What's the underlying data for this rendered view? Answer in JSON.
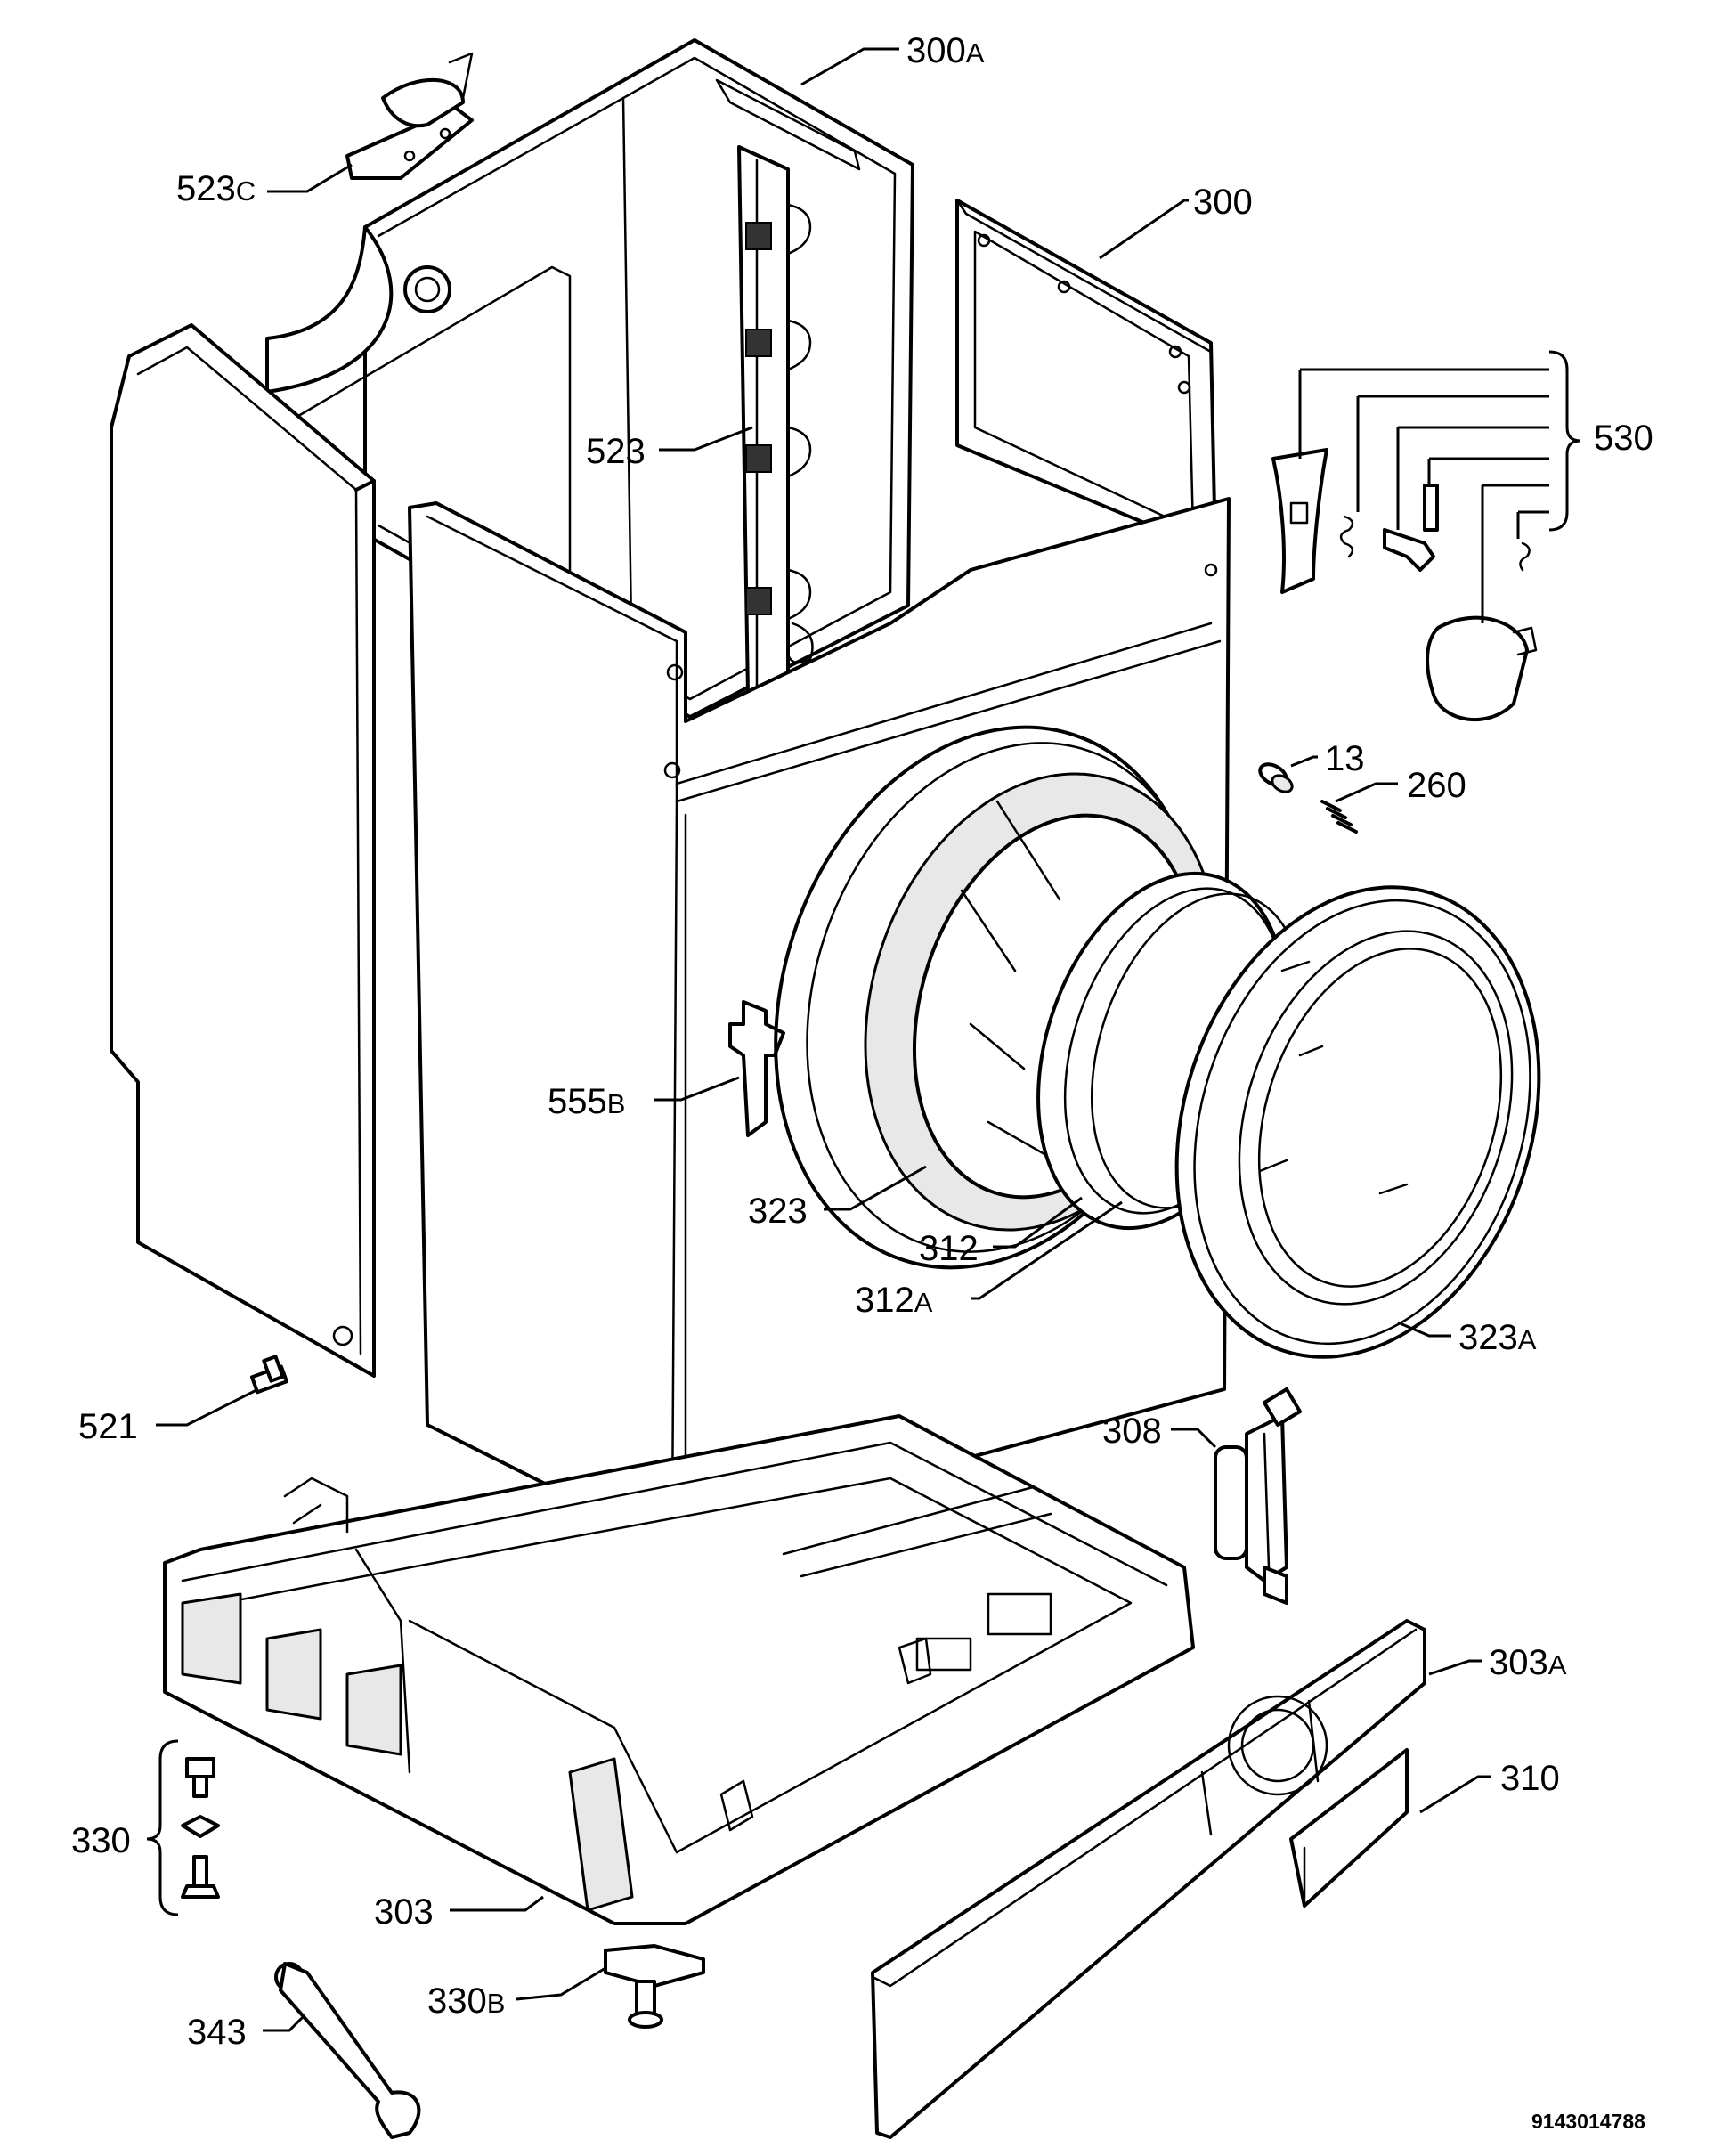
{
  "callouts": {
    "c300A": {
      "num": "300",
      "suffix": "A"
    },
    "c523C": {
      "num": "523",
      "suffix": "C"
    },
    "c300": {
      "num": "300",
      "suffix": ""
    },
    "c530": {
      "num": "530",
      "suffix": ""
    },
    "c523": {
      "num": "523",
      "suffix": ""
    },
    "c13": {
      "num": "13",
      "suffix": ""
    },
    "c260": {
      "num": "260",
      "suffix": ""
    },
    "c555B": {
      "num": "555",
      "suffix": "B"
    },
    "c323": {
      "num": "323",
      "suffix": ""
    },
    "c312": {
      "num": "312",
      "suffix": ""
    },
    "c312A": {
      "num": "312",
      "suffix": "A"
    },
    "c323A": {
      "num": "323",
      "suffix": "A"
    },
    "c521": {
      "num": "521",
      "suffix": ""
    },
    "c308": {
      "num": "308",
      "suffix": ""
    },
    "c303A": {
      "num": "303",
      "suffix": "A"
    },
    "c310": {
      "num": "310",
      "suffix": ""
    },
    "c330": {
      "num": "330",
      "suffix": ""
    },
    "c303": {
      "num": "303",
      "suffix": ""
    },
    "c330B": {
      "num": "330",
      "suffix": "B"
    },
    "c343": {
      "num": "343",
      "suffix": ""
    }
  },
  "drawing_code": "9143014788"
}
